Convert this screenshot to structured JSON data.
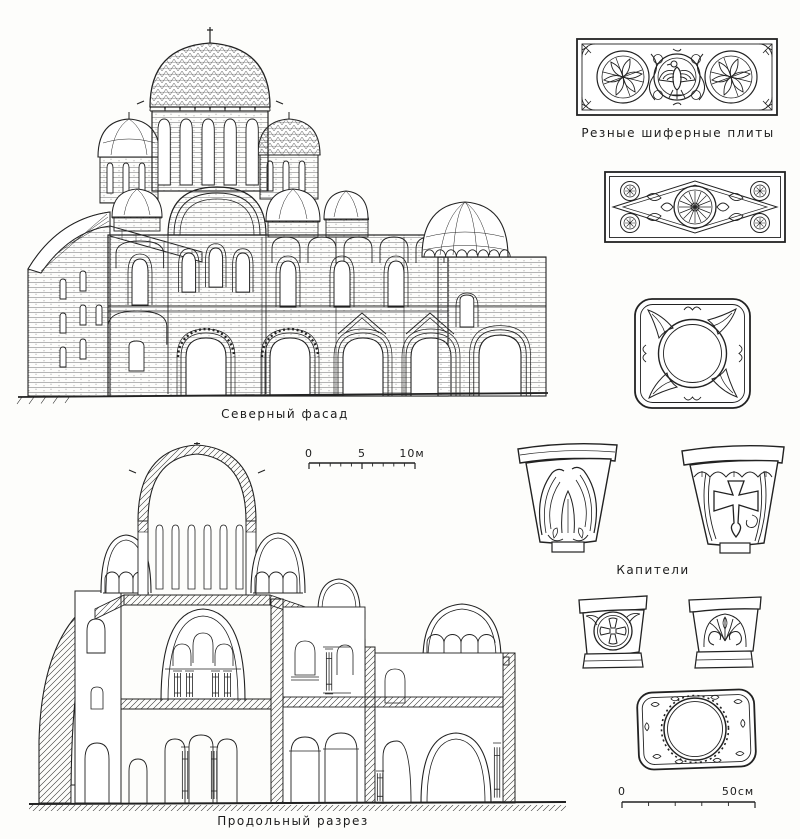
{
  "page": {
    "background": "#fdfdfb",
    "ink": "#222222",
    "description_labels": {
      "facade_caption": "Северный фасад",
      "section_caption": "Продольный разрез",
      "plates_caption": "Резные шиферные плиты",
      "capitals_caption": "Капители"
    }
  },
  "scales": {
    "meters": {
      "zero": "0",
      "five": "5",
      "ten": "10м"
    },
    "centimeters": {
      "zero": "0",
      "fifty": "50см"
    }
  }
}
